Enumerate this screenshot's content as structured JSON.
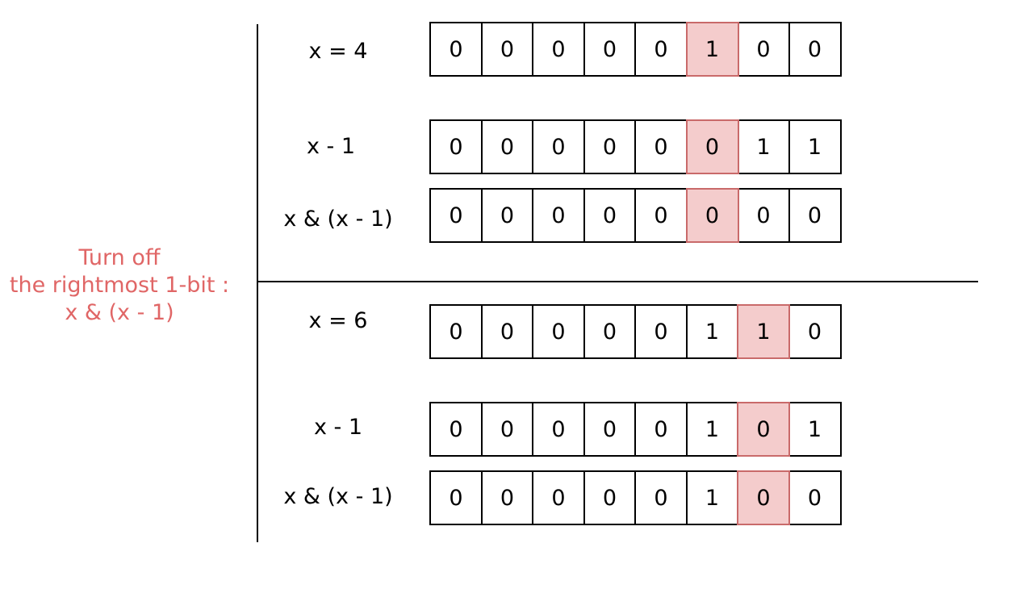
{
  "title": {
    "line1": "Turn off",
    "line2": "the rightmost 1-bit :",
    "line3": "x & (x - 1)"
  },
  "colors": {
    "accent_text": "#e06666",
    "highlight_fill": "#f4cccc",
    "highlight_border": "#c96a6a"
  },
  "examples": [
    {
      "rows": [
        {
          "label": "x = 4",
          "bits": [
            "0",
            "0",
            "0",
            "0",
            "0",
            "1",
            "0",
            "0"
          ],
          "highlight": 5
        },
        {
          "label": "x - 1",
          "bits": [
            "0",
            "0",
            "0",
            "0",
            "0",
            "0",
            "1",
            "1"
          ],
          "highlight": 5
        },
        {
          "label": "x & (x - 1)",
          "bits": [
            "0",
            "0",
            "0",
            "0",
            "0",
            "0",
            "0",
            "0"
          ],
          "highlight": 5
        }
      ]
    },
    {
      "rows": [
        {
          "label": "x = 6",
          "bits": [
            "0",
            "0",
            "0",
            "0",
            "0",
            "1",
            "1",
            "0"
          ],
          "highlight": 6
        },
        {
          "label": "x - 1",
          "bits": [
            "0",
            "0",
            "0",
            "0",
            "0",
            "1",
            "0",
            "1"
          ],
          "highlight": 6
        },
        {
          "label": "x & (x - 1)",
          "bits": [
            "0",
            "0",
            "0",
            "0",
            "0",
            "1",
            "0",
            "0"
          ],
          "highlight": 6
        }
      ]
    }
  ]
}
